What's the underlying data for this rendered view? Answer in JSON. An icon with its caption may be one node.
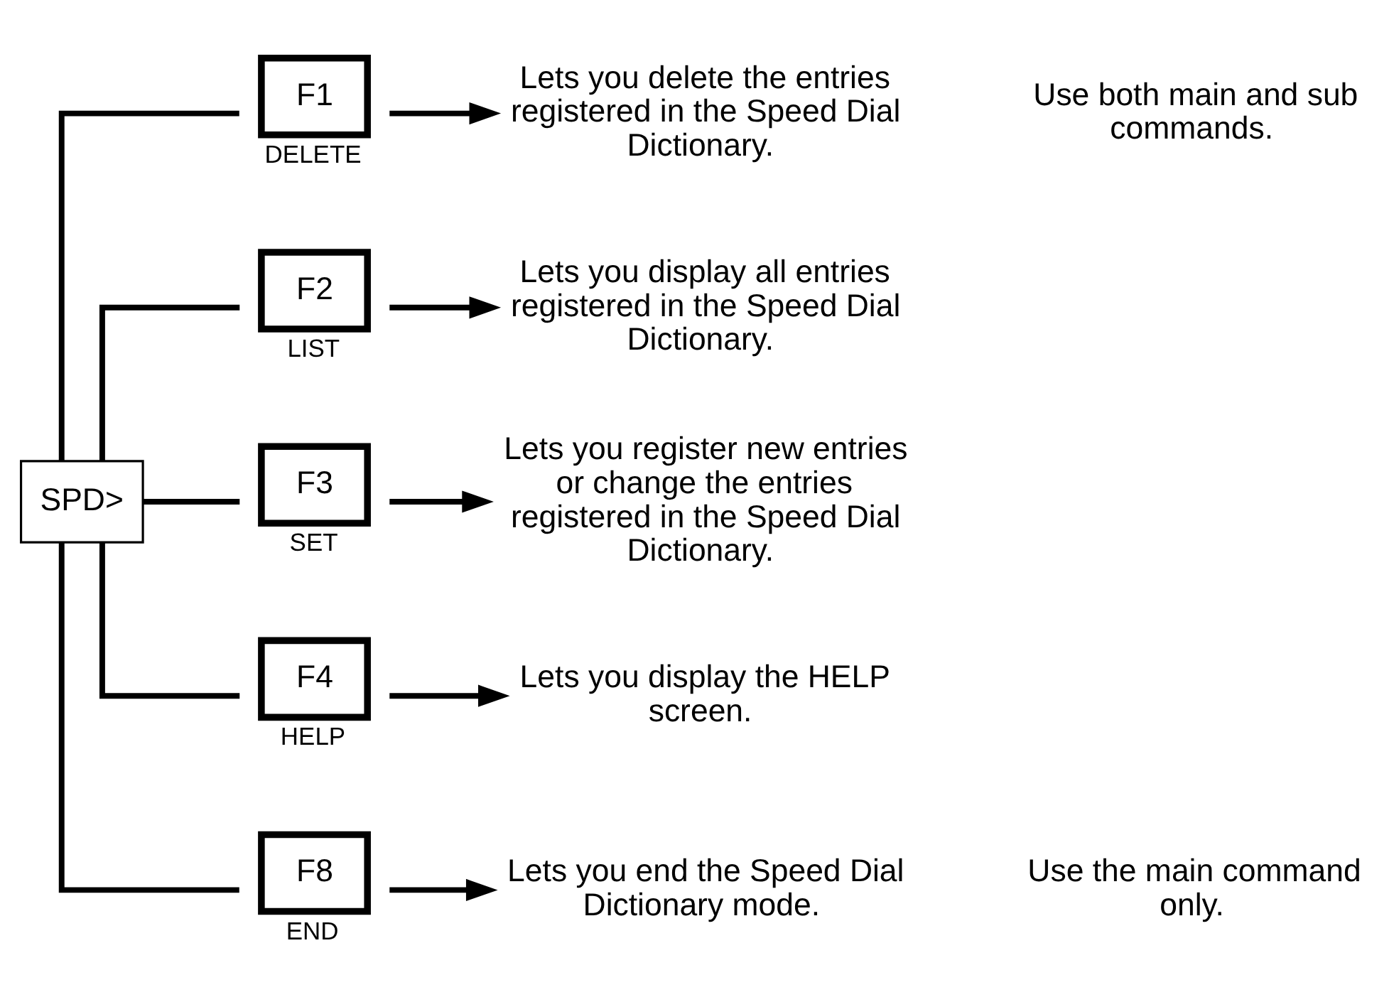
{
  "diagram": {
    "nodes": [
      {
        "text": [
          "SPD>"
        ]
      },
      {
        "text": [
          "F1"
        ],
        "beside": [
          "DELETE"
        ]
      },
      {
        "text": [
          "Lets you delete the entries registered in the Speed Dial Dictionary."
        ]
      },
      {
        "text": [
          "F2"
        ],
        "beside": [
          "LIST"
        ]
      },
      {
        "text": [
          "Lets you display all entries registered in the Speed Dial Dictionary."
        ]
      },
      {
        "text": [
          "F3"
        ],
        "beside": [
          "SET"
        ]
      },
      {
        "text": [
          "Lets you register new entries or change the entries registered in the Speed Dial Dictionary."
        ]
      },
      {
        "text": [
          "F4"
        ],
        "beside": [
          "HELP"
        ]
      },
      {
        "text": [
          "Lets you display the HELP screen."
        ]
      },
      {
        "text": [
          "F8"
        ],
        "beside": [
          "END"
        ]
      },
      {
        "text": [
          "Lets you end the Speed Dial Dictionary mode."
        ]
      }
    ],
    "edges": [
      {
        "from": 0,
        "to": 1,
        "arrow": "none"
      },
      {
        "from": 0,
        "to": 3,
        "arrow": "none"
      },
      {
        "from": 0,
        "to": 5,
        "arrow": "none"
      },
      {
        "from": 0,
        "to": 7,
        "arrow": "none"
      },
      {
        "from": 0,
        "to": 9,
        "arrow": "none"
      },
      {
        "from": 1,
        "to": 2,
        "arrow": "to"
      },
      {
        "from": 3,
        "to": 4,
        "arrow": "to"
      },
      {
        "from": 5,
        "to": 6,
        "arrow": "to"
      },
      {
        "from": 7,
        "to": 8,
        "arrow": "to"
      },
      {
        "from": 9,
        "to": 10,
        "arrow": "to"
      }
    ],
    "labels": [
      "Use both main and sub commands.",
      "Use the main command only."
    ]
  }
}
